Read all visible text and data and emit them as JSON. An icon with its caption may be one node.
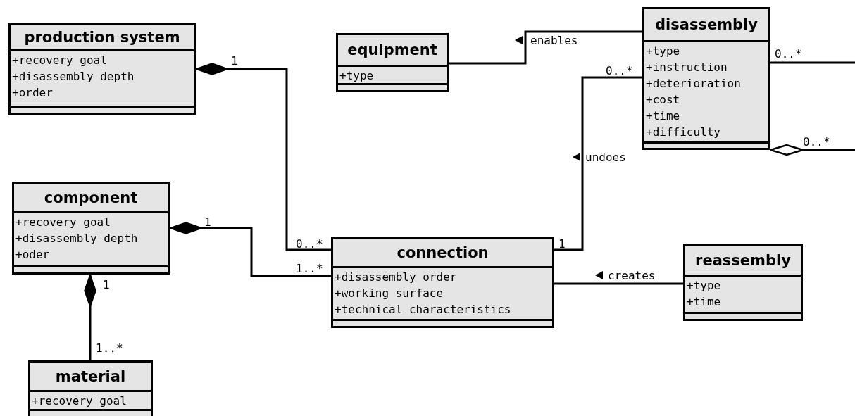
{
  "diagram": {
    "nodes": [
      {
        "text": [
          "production system",
          "+recovery goal",
          "+disassembly depth",
          "+order"
        ]
      },
      {
        "text": [
          "equipment",
          "+type"
        ]
      },
      {
        "text": [
          "disassembly",
          "+type",
          "+instruction",
          "+deterioration",
          "+cost",
          "+time",
          "+difficulty"
        ]
      },
      {
        "text": [
          "component",
          "+recovery goal",
          "+disassembly depth",
          "+oder"
        ]
      },
      {
        "text": [
          "connection",
          "+disassembly order",
          "+working surface",
          "+technical characteristics"
        ]
      },
      {
        "text": [
          "reassembly",
          "+type",
          "+time"
        ]
      },
      {
        "text": [
          "material",
          "+recovery goal"
        ]
      }
    ],
    "edges": [
      {
        "from": 0,
        "to": 4,
        "arrow": "other"
      },
      {
        "from": 3,
        "to": 4,
        "arrow": "other"
      },
      {
        "from": 3,
        "to": 6,
        "arrow": "other"
      },
      {
        "from": 1,
        "to": 2,
        "arrow": "none",
        "label": "enables"
      },
      {
        "from": 4,
        "to": 2,
        "arrow": "none",
        "label": "undoes"
      },
      {
        "from": 5,
        "to": 4,
        "arrow": "none",
        "label": "creates"
      },
      {
        "from": 2,
        "to": null,
        "arrow": "none"
      },
      {
        "from": 2,
        "to": null,
        "arrow": "other"
      }
    ],
    "labels": [
      "1",
      "0..*",
      "1",
      "1..*",
      "1",
      "1..*",
      "0..*",
      "1",
      "0..*",
      "0..*"
    ]
  }
}
